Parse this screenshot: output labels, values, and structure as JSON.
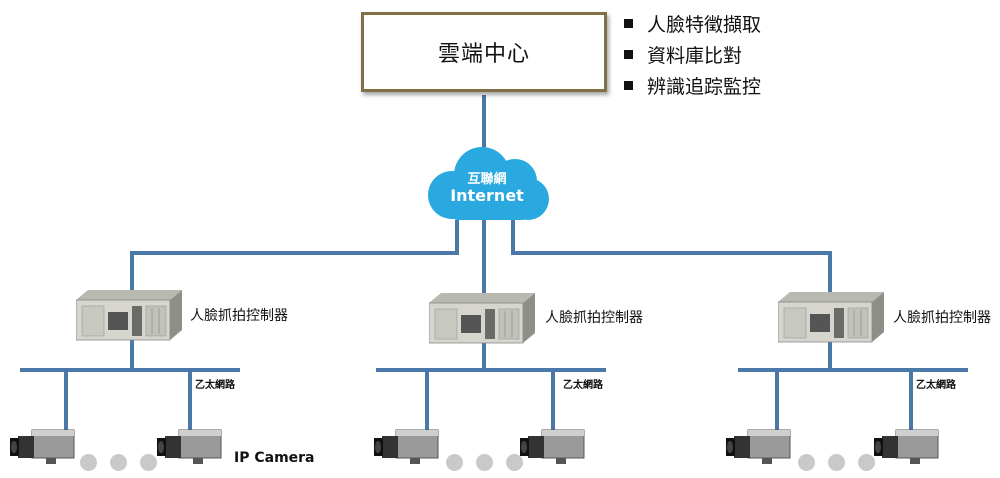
{
  "cloud_center": {
    "title": "雲端中心"
  },
  "features": [
    "人臉特徵擷取",
    "資料庫比對",
    "辨識追踪監控"
  ],
  "internet": {
    "label_cn": "互聯網",
    "label_en": "Internet"
  },
  "branches": [
    {
      "controller_label": "人臉抓拍控制器",
      "network_label": "乙太網路"
    },
    {
      "controller_label": "人臉抓拍控制器",
      "network_label": "乙太網路"
    },
    {
      "controller_label": "人臉抓拍控制器",
      "network_label": "乙太網路"
    }
  ],
  "camera_label": "IP Camera",
  "colors": {
    "line": "#4a78a8",
    "cloud": "#29a9e0",
    "box_border": "#807046"
  }
}
